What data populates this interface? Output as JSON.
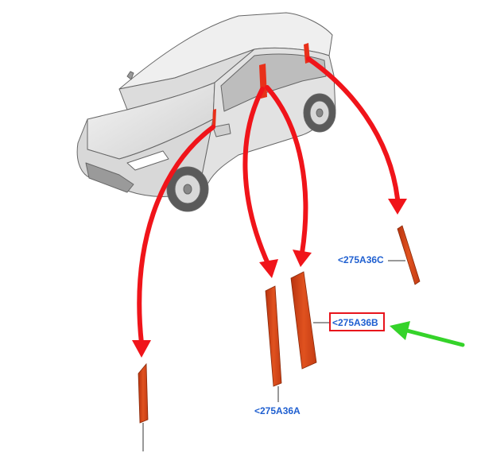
{
  "diagram": {
    "vehicle": "car-illustration",
    "parts": [
      {
        "id": "a",
        "label": "<275A36A"
      },
      {
        "id": "b",
        "label": "<275A36B",
        "highlighted": true
      },
      {
        "id": "c",
        "label": "<275A36C"
      }
    ],
    "colors": {
      "part_fill": "#d9461a",
      "arrow": "#f0141a",
      "pointer_arrow": "#35d32a",
      "label_text": "#1f5fd0",
      "highlight_box": "#e8141c"
    }
  }
}
